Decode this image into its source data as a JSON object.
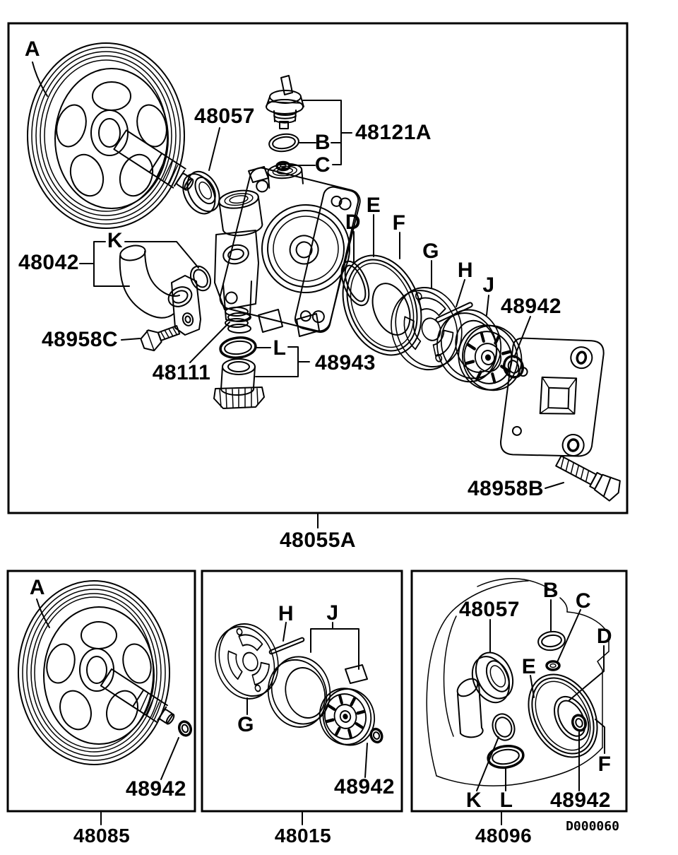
{
  "colors": {
    "line": "#000000",
    "background": "#ffffff"
  },
  "footer": {
    "drawing_code": "D000060"
  },
  "panels": {
    "main": {
      "part_number": "48055A",
      "callouts": [
        {
          "id": "pulley",
          "text": "A"
        },
        {
          "id": "oil-seal",
          "text": "48057"
        },
        {
          "id": "valve-assembly",
          "text": "48121A"
        },
        {
          "id": "oring-b",
          "text": "B"
        },
        {
          "id": "valve-c",
          "text": "C"
        },
        {
          "id": "seal-d",
          "text": "D"
        },
        {
          "id": "gasket-e",
          "text": "E"
        },
        {
          "id": "oring-f",
          "text": "F"
        },
        {
          "id": "cam-plate-g",
          "text": "G"
        },
        {
          "id": "pin-h",
          "text": "H"
        },
        {
          "id": "rotor-j",
          "text": "J"
        },
        {
          "id": "oring-48942",
          "text": "48942"
        },
        {
          "id": "suction-pipe",
          "text": "48042"
        },
        {
          "id": "oring-k",
          "text": "K"
        },
        {
          "id": "bolt-48958c",
          "text": "48958C"
        },
        {
          "id": "spring",
          "text": "48111"
        },
        {
          "id": "oring-l",
          "text": "L"
        },
        {
          "id": "connector",
          "text": "48943"
        },
        {
          "id": "bolt-48958b",
          "text": "48958B"
        }
      ]
    },
    "pulley": {
      "part_number": "48085",
      "callouts": [
        {
          "id": "pulley",
          "text": "A"
        },
        {
          "id": "oring",
          "text": "48942"
        }
      ]
    },
    "rotor": {
      "part_number": "48015",
      "callouts": [
        {
          "id": "pin-h",
          "text": "H"
        },
        {
          "id": "rotor-j",
          "text": "J"
        },
        {
          "id": "cam-plate-g",
          "text": "G"
        },
        {
          "id": "oring",
          "text": "48942"
        }
      ]
    },
    "body": {
      "part_number": "48096",
      "callouts": [
        {
          "id": "oil-seal",
          "text": "48057"
        },
        {
          "id": "oring-b",
          "text": "B"
        },
        {
          "id": "valve-c",
          "text": "C"
        },
        {
          "id": "seal-d",
          "text": "D"
        },
        {
          "id": "gasket-e",
          "text": "E"
        },
        {
          "id": "oring-f",
          "text": "F"
        },
        {
          "id": "oring-k",
          "text": "K"
        },
        {
          "id": "oring-l",
          "text": "L"
        },
        {
          "id": "oring-48942",
          "text": "48942"
        }
      ]
    }
  }
}
